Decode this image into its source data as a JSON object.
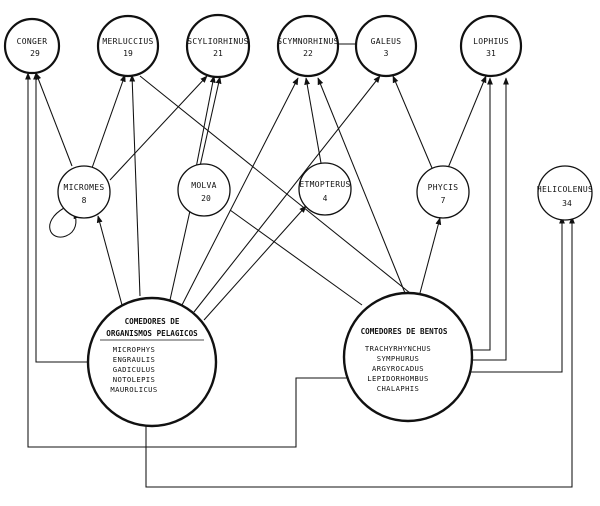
{
  "nodes": {
    "conger": {
      "name": "CONGER",
      "num": "29"
    },
    "merluccius": {
      "name": "MERLUCCIUS",
      "num": "19"
    },
    "scylioredinus": {
      "name": "SCYLIORHINUS",
      "num": "21"
    },
    "scymnorhinus": {
      "name": "SCYMNORHINUS",
      "num": "22"
    },
    "galeus": {
      "name": "GALEUS",
      "num": "3"
    },
    "lophius": {
      "name": "LOPHIUS",
      "num": "31"
    },
    "micromes": {
      "name": "MICROMES",
      "num": "8"
    },
    "molva": {
      "name": "MOLVA",
      "num": "20"
    },
    "etmopterus": {
      "name": "ETMOPTERUS",
      "num": "4"
    },
    "phycis": {
      "name": "PHYCIS",
      "num": "7"
    },
    "helicolenus": {
      "name": "HELICOLENUS",
      "num": "34"
    }
  },
  "pelagic": {
    "title_line1": "COMEDORES DE",
    "title_line2": "ORGANISMOS PELAGICOS",
    "items": [
      "MICROPHYS",
      "ENGRAULIS",
      "GADICULUS",
      "NOTOLEPIS",
      "MAUROLICUS"
    ]
  },
  "benthic": {
    "title": "COMEDORES DE BENTOS",
    "items": [
      "TRACHYRHYNCHUS",
      "SYMPHURUS",
      "ARGYROCADUS",
      "LEPIDORHOMBUS",
      "CHALAPHIS"
    ]
  }
}
